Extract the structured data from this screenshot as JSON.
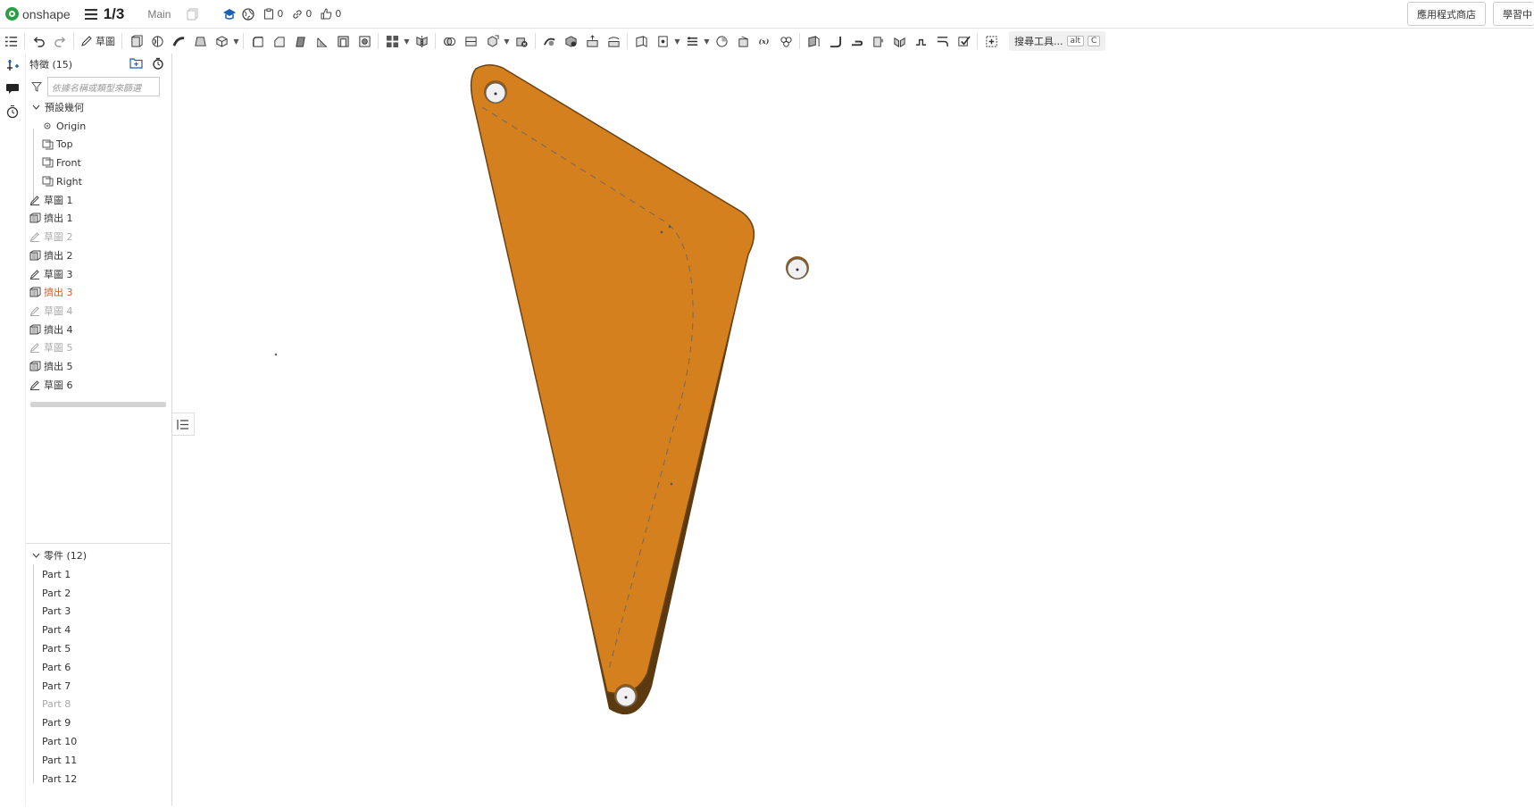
{
  "topbar": {
    "logo_text": "onshape",
    "doc_title": "1/3",
    "branch": "Main",
    "copies_count": "0",
    "links_count": "0",
    "likes_count": "0",
    "app_store_label": "應用程式商店",
    "learn_label": "學習中"
  },
  "toolbar": {
    "sketch_label": "草圖",
    "search_tools_label": "搜尋工具...",
    "search_kbd_1": "alt",
    "search_kbd_2": "C"
  },
  "features": {
    "header": "特徵 (15)",
    "filter_placeholder": "依據名稱或類型來篩選",
    "default_geometry": "預設幾何",
    "items": [
      {
        "label": "Origin",
        "kind": "origin",
        "style": "normal"
      },
      {
        "label": "Top",
        "kind": "plane",
        "style": "normal"
      },
      {
        "label": "Front",
        "kind": "plane",
        "style": "normal"
      },
      {
        "label": "Right",
        "kind": "plane",
        "style": "normal"
      },
      {
        "label": "草圖 1",
        "kind": "sketch",
        "style": "normal"
      },
      {
        "label": "擠出 1",
        "kind": "extrude",
        "style": "normal"
      },
      {
        "label": "草圖 2",
        "kind": "sketch",
        "style": "dim"
      },
      {
        "label": "擠出 2",
        "kind": "extrude",
        "style": "normal"
      },
      {
        "label": "草圖 3",
        "kind": "sketch",
        "style": "normal"
      },
      {
        "label": "擠出 3",
        "kind": "extrude",
        "style": "red"
      },
      {
        "label": "草圖 4",
        "kind": "sketch",
        "style": "dim"
      },
      {
        "label": "擠出 4",
        "kind": "extrude",
        "style": "normal"
      },
      {
        "label": "草圖 5",
        "kind": "sketch",
        "style": "dim"
      },
      {
        "label": "擠出 5",
        "kind": "extrude",
        "style": "normal"
      },
      {
        "label": "草圖 6",
        "kind": "sketch",
        "style": "normal"
      }
    ]
  },
  "parts": {
    "header": "零件 (12)",
    "items": [
      {
        "label": "Part 1",
        "style": "normal"
      },
      {
        "label": "Part 2",
        "style": "normal"
      },
      {
        "label": "Part 3",
        "style": "normal"
      },
      {
        "label": "Part 4",
        "style": "normal"
      },
      {
        "label": "Part 5",
        "style": "normal"
      },
      {
        "label": "Part 6",
        "style": "normal"
      },
      {
        "label": "Part 7",
        "style": "normal"
      },
      {
        "label": "Part 8",
        "style": "dim"
      },
      {
        "label": "Part 9",
        "style": "normal"
      },
      {
        "label": "Part 10",
        "style": "normal"
      },
      {
        "label": "Part 11",
        "style": "normal"
      },
      {
        "label": "Part 12",
        "style": "normal"
      }
    ]
  },
  "colors": {
    "part_fill": "#d57f1f",
    "part_edge": "#5a3a12",
    "logo_green": "#2c9f45",
    "highlight_red": "#d05a1e"
  }
}
